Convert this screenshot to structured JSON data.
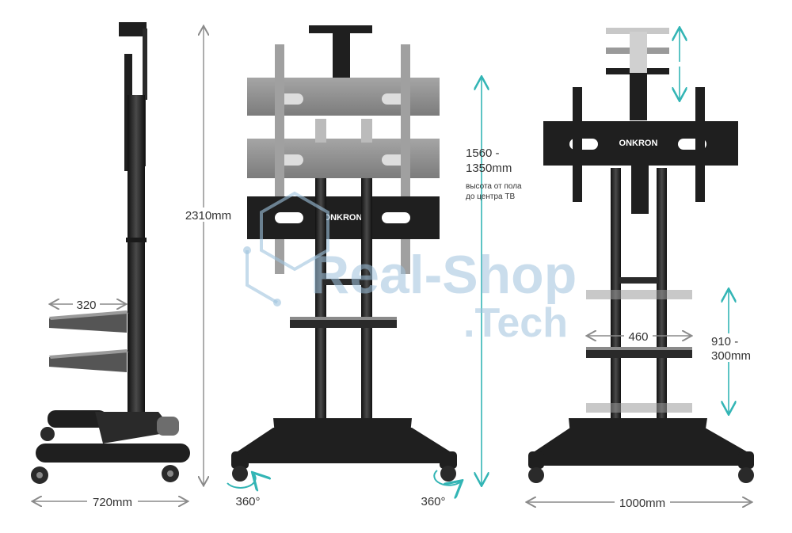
{
  "colors": {
    "metal": "#1f1f1f",
    "metal_mid": "#3a3a3a",
    "ghost": "#8e8e8e",
    "ghost_light": "#bdbdbd",
    "arrow_gray": "#8a8a8a",
    "arrow_teal": "#33b5b5",
    "watermark": "#9fc3de",
    "text": "#333333"
  },
  "brand": {
    "logo_text": "ONKRON"
  },
  "watermark": {
    "line1": "Real-Shop",
    "line2": ".Tech"
  },
  "side_view": {
    "shelf_width": "320",
    "base_depth": "720mm",
    "total_height": "2310mm"
  },
  "front_view": {
    "tv_center_height_range": "1560 -",
    "tv_center_height_range_2": "1350mm",
    "tv_center_caption_1": "высота от пола",
    "tv_center_caption_2": "до центра ТВ",
    "left_rotation": "360°",
    "right_rotation": "360°"
  },
  "right_view": {
    "shelf_spacing": "460",
    "shelf_height_range": "910 -",
    "shelf_height_range_2": "300mm",
    "base_width": "1000mm"
  },
  "icons": [
    "dimension-arrow-icon",
    "rotation-arrow-icon",
    "onkron-logo-icon"
  ]
}
